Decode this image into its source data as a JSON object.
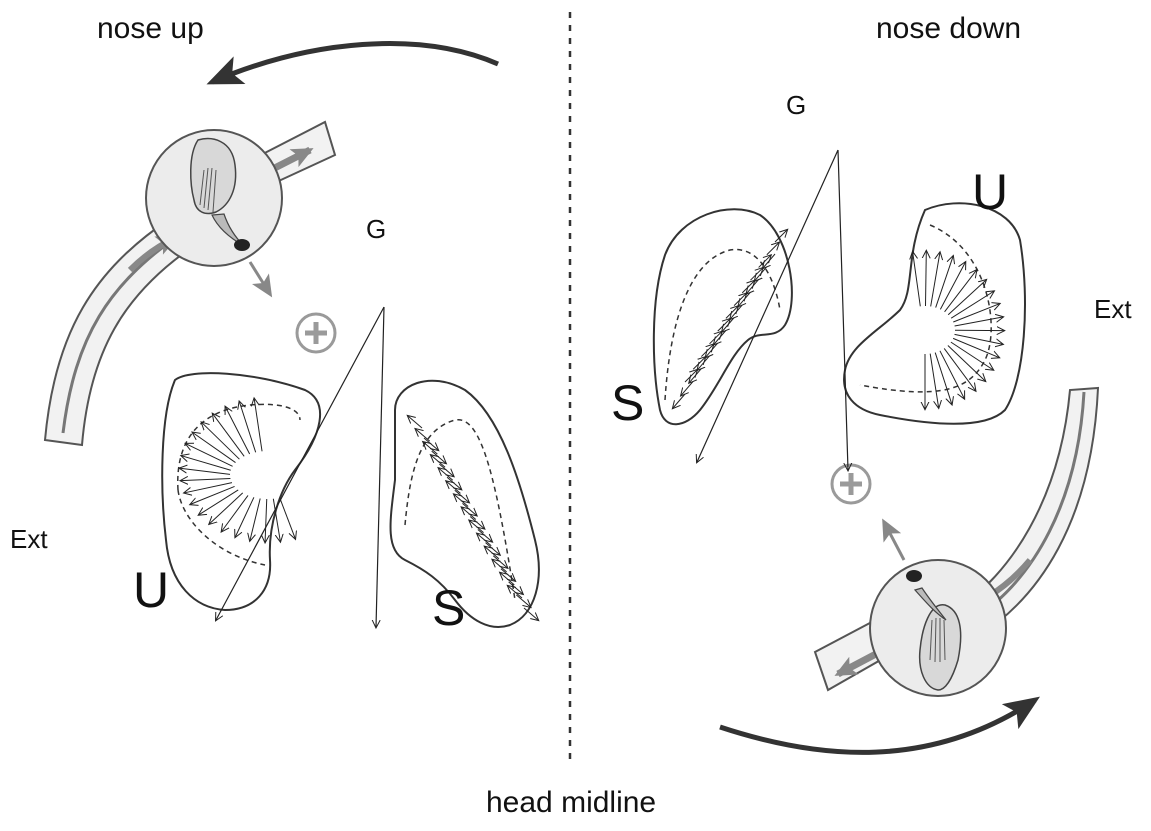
{
  "labels": {
    "nose_up": "nose up",
    "nose_down": "nose down",
    "head_midline": "head midline",
    "left": {
      "g": "G",
      "ext": "Ext",
      "u": "U",
      "s": "S"
    },
    "right": {
      "g": "G",
      "ext": "Ext",
      "u": "U",
      "s": "S"
    }
  },
  "colors": {
    "ink": "#111111",
    "arrow_dark": "#333333",
    "canal_fill": "#f2f2f2",
    "canal_stroke": "#555555",
    "canal_inner": "#777777",
    "sense_arrow": "#8a8a8a",
    "plus": "#9a9a9a",
    "otolith_outline": "#333333",
    "hair_vector": "#222222"
  }
}
